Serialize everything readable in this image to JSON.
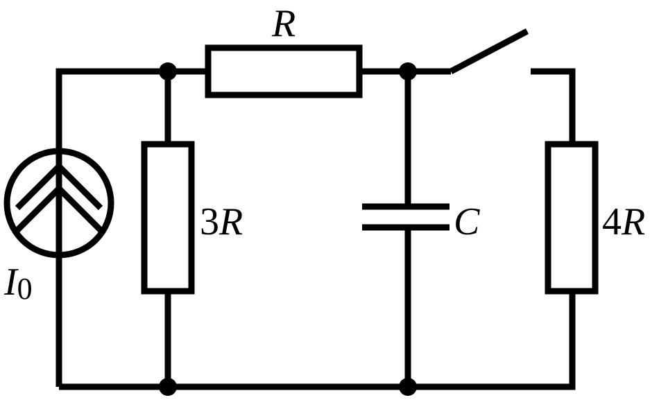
{
  "components": {
    "current_source": {
      "label": "I",
      "subscript": "0"
    },
    "resistor_top": {
      "label": "R"
    },
    "resistor_left": {
      "coefficient": "3",
      "symbol": "R"
    },
    "capacitor": {
      "label": "C"
    },
    "resistor_right": {
      "coefficient": "4",
      "symbol": "R"
    },
    "switch": {
      "state": "open"
    }
  }
}
